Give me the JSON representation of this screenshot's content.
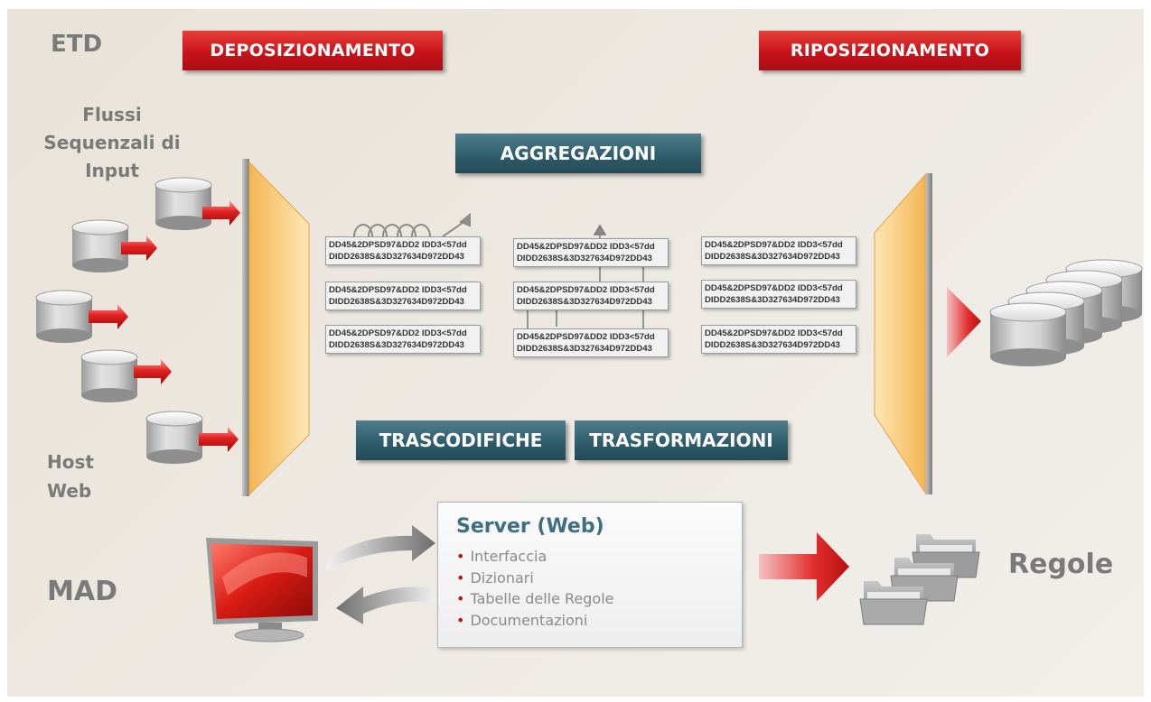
{
  "labels": {
    "etd": "ETD",
    "flussi": [
      "Flussi",
      "Sequenzali di",
      "Input"
    ],
    "host_web": [
      "Host",
      "Web"
    ],
    "mad": "MAD",
    "regole": "Regole"
  },
  "banners": {
    "deposizionamento": "DEPOSIZIONAMENTO",
    "riposizionamento": "RIPOSIZIONAMENTO",
    "aggregazioni": "AGGREGAZIONI",
    "trascodifiche": "TRASCODIFICHE",
    "trasformazioni": "TRASFORMAZIONI"
  },
  "record": {
    "line1": "DD45&2DPSD97&DD2 IDD3<57dd",
    "line2": "DIDD2638S&3D327634D972DD43"
  },
  "server": {
    "title": "Server (Web)",
    "items": [
      "Interfaccia",
      "Dizionari",
      "Tabelle delle Regole",
      "Documentazioni"
    ]
  },
  "colors": {
    "red": "#c8131a",
    "teal": "#2f5d6b",
    "gray_text": "#7a7a7a",
    "funnel": "#f7c56a"
  }
}
